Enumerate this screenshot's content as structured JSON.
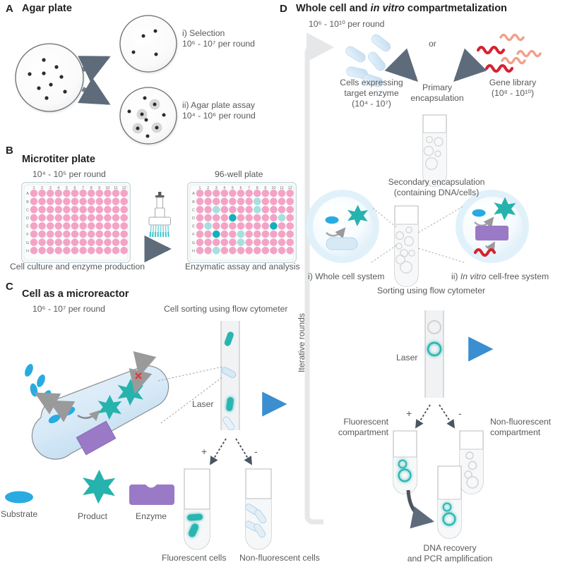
{
  "figure": {
    "panels": [
      {
        "letter": "A",
        "title": "Agar plate",
        "items": [
          {
            "label": "i) Selection",
            "throughput": "10⁶ - 10⁷ per round"
          },
          {
            "label": "ii) Agar plate assay",
            "throughput": "10⁴ - 10⁶ per round"
          }
        ]
      },
      {
        "letter": "B",
        "title": "Microtiter plate",
        "throughput": "10⁴ - 10⁵ per round",
        "plate_title": "96-well plate",
        "left_caption": "Cell culture and enzyme production",
        "right_caption": "Enzymatic assay and analysis",
        "row_labels": [
          "A",
          "B",
          "C",
          "D",
          "E",
          "F",
          "G",
          "H"
        ],
        "col_labels": [
          "1",
          "2",
          "3",
          "4",
          "5",
          "6",
          "7",
          "8",
          "9",
          "10",
          "11",
          "12"
        ],
        "well_default_color": "#f49ac1",
        "well_light_color": "#a7dfe0",
        "well_dark_color": "#12b0bb",
        "highlighted_wells": [
          {
            "well": "B8",
            "shade": "light"
          },
          {
            "well": "C3",
            "shade": "light"
          },
          {
            "well": "C8",
            "shade": "light"
          },
          {
            "well": "D5",
            "shade": "dark"
          },
          {
            "well": "D11",
            "shade": "light"
          },
          {
            "well": "E2",
            "shade": "light"
          },
          {
            "well": "E10",
            "shade": "dark"
          },
          {
            "well": "F3",
            "shade": "dark"
          },
          {
            "well": "F6",
            "shade": "light"
          },
          {
            "well": "G6",
            "shade": "light"
          },
          {
            "well": "H3",
            "shade": "light"
          }
        ]
      },
      {
        "letter": "C",
        "title": "Cell as a microreactor",
        "throughput": "10⁶ - 10⁷ per round",
        "cytometer_title": "Cell sorting using flow cytometer",
        "laser_label": "Laser",
        "gate_positive": "+",
        "gate_negative": "-",
        "tube_positive": "Fluorescent cells",
        "tube_negative": "Non-fluorescent cells",
        "legend": [
          {
            "name": "Substrate",
            "color": "#29abe2",
            "shape": "ellipse"
          },
          {
            "name": "Product",
            "color": "#26b3ad",
            "shape": "star"
          },
          {
            "name": "Enzyme",
            "color": "#9a79c6",
            "shape": "block"
          }
        ]
      },
      {
        "letter": "D",
        "title_part1": "Whole cell and ",
        "title_italic": "in vitro",
        "title_part2": " compartmetalization",
        "throughput": "10⁶ - 10¹⁰ per round",
        "cells_label": "Cells expressing\ntarget enzyme\n(10⁴ - 10⁷)",
        "cells_label_l1": "Cells expressing",
        "cells_label_l2": "target enzyme",
        "cells_label_l3": "(10⁴ - 10⁷)",
        "or_label": "or",
        "gene_library_l1": "Gene library",
        "gene_library_l2": "(10⁸ - 10¹⁰)",
        "primary_l1": "Primary",
        "primary_l2": "encapsulation",
        "secondary_l1": "Secondary encapsulation",
        "secondary_l2": "(containing DNA/cells)",
        "system_left": "i) Whole cell system",
        "system_right_prefix": "ii) ",
        "system_right_italic": "In vitro",
        "system_right_suffix": " cell-free system",
        "sorting_title": "Sorting using flow cytometer",
        "laser_label": "Laser",
        "gate_positive": "+",
        "gate_negative": "-",
        "fluor_l1": "Fluorescent",
        "fluor_l2": "compartment",
        "nonfluor_l1": "Non-fluorescent",
        "nonfluor_l2": "compartment",
        "recovery_l1": "DNA recovery",
        "recovery_l2": "and PCR amplification",
        "iterative_label": "Iterative rounds"
      }
    ],
    "colors": {
      "text": "#58595b",
      "heading": "#231f20",
      "arrow_gray": "#6e7b8b",
      "laser_blue": "#3b8ed0",
      "pink": "#f49ac1",
      "teal_light": "#a7dfe0",
      "teal_dark": "#12b0bb",
      "purple": "#9a79c6",
      "dna_red": "#d62232",
      "dna_salmon": "#f0a08a",
      "cell_blue": "#cfe4f2"
    }
  }
}
